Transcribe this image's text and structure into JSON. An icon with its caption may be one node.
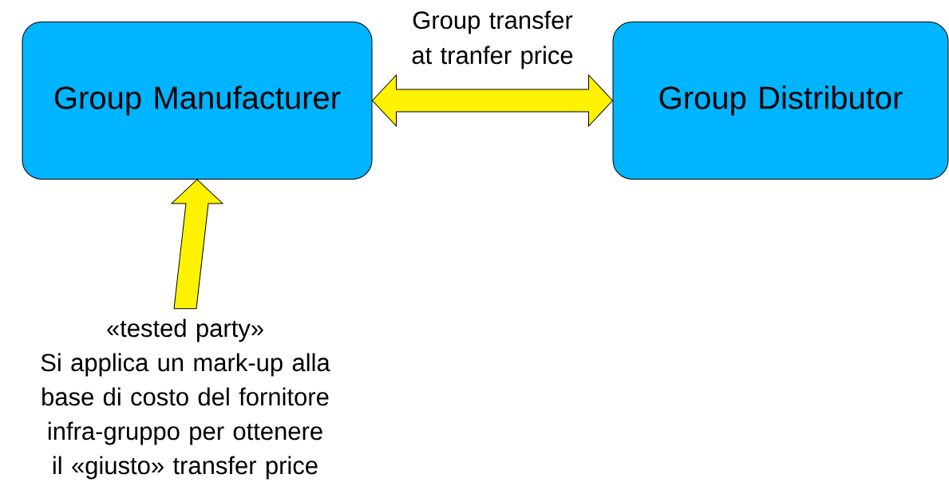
{
  "diagram": {
    "nodes": [
      {
        "text": [
          "Group Manufacturer"
        ]
      },
      {
        "text": [
          "Group Distributor"
        ]
      },
      {
        "text": [
          "«tested party»",
          "Si applica un mark-up alla base di costo del fornitore infra-gruppo per ottenere il «giusto» transfer price"
        ]
      }
    ],
    "edges": [
      {
        "from": 0,
        "to": 1,
        "arrow": "both",
        "label": "Group transfer at tranfer price"
      },
      {
        "from": 2,
        "to": 0,
        "arrow": "to"
      }
    ]
  }
}
